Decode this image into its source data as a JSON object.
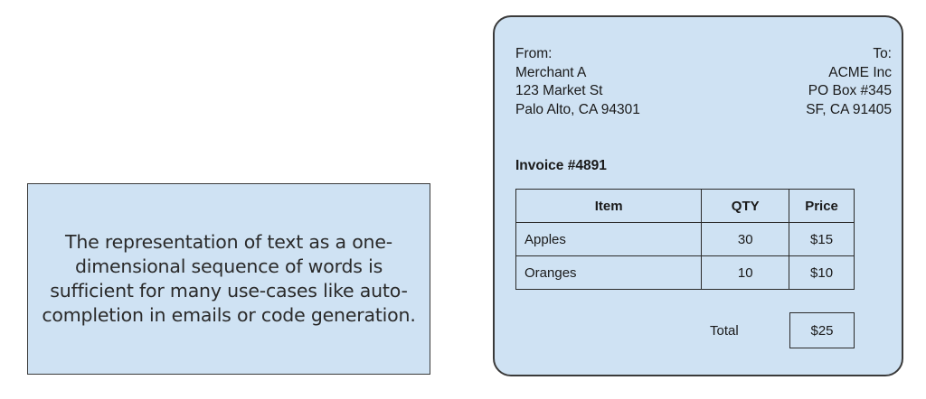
{
  "description_box": {
    "text": "The representation of text as a one-dimensional sequence of words is sufficient for many use-cases like auto-completion in emails or code generation."
  },
  "invoice": {
    "from": {
      "label": "From:",
      "name": "Merchant A",
      "street": "123 Market St",
      "city": "Palo Alto, CA 94301"
    },
    "to": {
      "label": "To:",
      "name": "ACME Inc",
      "street": "PO Box #345",
      "city": "SF, CA 91405"
    },
    "number": "Invoice #4891",
    "table": {
      "headers": [
        "Item",
        "QTY",
        "Price"
      ],
      "rows": [
        [
          "Apples",
          "30",
          "$15"
        ],
        [
          "Oranges",
          "10",
          "$10"
        ]
      ]
    },
    "total_label": "Total",
    "total_value": "$25"
  }
}
